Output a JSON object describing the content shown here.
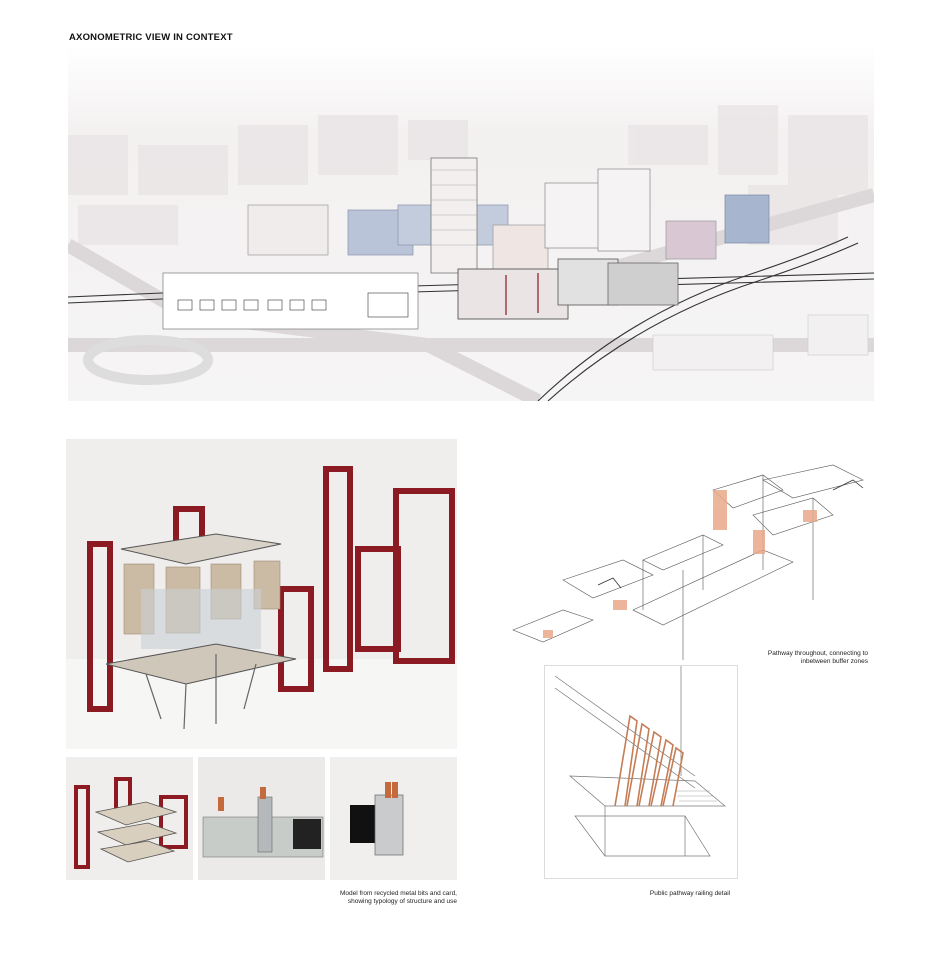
{
  "header": {
    "title": "AXONOMETRIC VIEW IN CONTEXT"
  },
  "captions": {
    "model": [
      "Model from recycled metal bits and card,",
      "showing typology of structure and use"
    ],
    "pathway": [
      "Pathway throughout, connecting to",
      "inbetween buffer zones"
    ],
    "railing": "Public pathway railing detail"
  },
  "colors": {
    "accent": "#8b1a22",
    "sketch_line": "#555555",
    "orange_fill": "#e9a98a"
  }
}
